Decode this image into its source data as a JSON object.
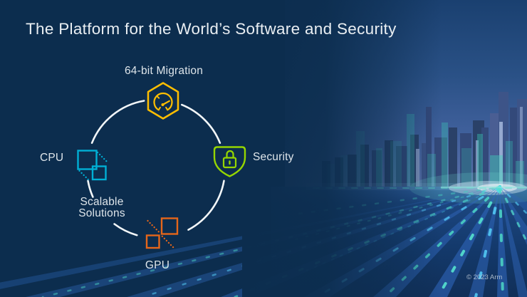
{
  "title": "The Platform for the World’s Software and Security",
  "colors": {
    "background": "#0C2D4E",
    "title_text": "#E9EEF2",
    "label_text": "#DEE5EA",
    "circle": "#F2F6F8",
    "accent_yellow": "#FFBE00",
    "accent_green": "#95D600",
    "accent_cyan": "#00AFD5",
    "accent_orange": "#E5661A"
  },
  "diagram": {
    "labels": {
      "migration": "64-bit Migration",
      "security": "Security",
      "cpu": "CPU",
      "gpu": "GPU",
      "scalable": "Scalable Solutions"
    },
    "icons": [
      "speedometer-hexagon",
      "shield-lock",
      "cpu-squares",
      "gpu-squares"
    ]
  },
  "footer": {
    "copyright": "© 2023 Arm"
  }
}
